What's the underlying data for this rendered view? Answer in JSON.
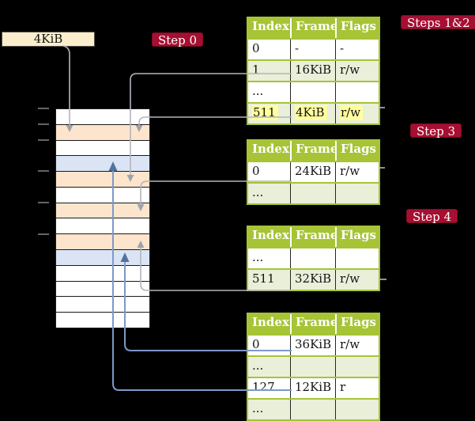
{
  "colors": {
    "background": "#000000",
    "badge_red": "#a50f32",
    "badge_text": "#ffffff",
    "table_green": "#a6c436",
    "table_shaded_row": "#e9efd9",
    "highlight_yellow": "#ffff9d",
    "frame_box_cream": "#faeecd",
    "memory_orange": "#fce5cc",
    "memory_blue": "#dae4f4",
    "arrow_gray": "#b4b4bd",
    "arrow_gray_head": "#9fa1ac",
    "arrow_blue": "#7d99c9",
    "arrow_blue_head": "#53739f"
  },
  "frame_box": {
    "label": "4KiB"
  },
  "badges": {
    "step0": "Step 0",
    "steps12": "Steps 1&2",
    "step3": "Step 3",
    "step4": "Step 4"
  },
  "memory": {
    "rows": [
      "white",
      "orange",
      "white",
      "blue",
      "orange",
      "white",
      "orange",
      "white",
      "orange",
      "blue",
      "white",
      "white",
      "white",
      "white"
    ]
  },
  "page_tables": [
    {
      "name": "page-table-steps-1-2",
      "headers": [
        "Index",
        "Frame",
        "Flags"
      ],
      "rows": [
        {
          "cells": [
            "0",
            "-",
            "-"
          ],
          "shaded": false,
          "highlight": false
        },
        {
          "cells": [
            "1",
            "16KiB",
            "r/w"
          ],
          "shaded": true,
          "highlight": false
        },
        {
          "cells": [
            "...",
            "",
            ""
          ],
          "shaded": false,
          "highlight": false
        },
        {
          "cells": [
            "511",
            "4KiB",
            "r/w"
          ],
          "shaded": true,
          "highlight": true
        }
      ]
    },
    {
      "name": "page-table-step-3",
      "headers": [
        "Index",
        "Frame",
        "Flags"
      ],
      "rows": [
        {
          "cells": [
            "0",
            "24KiB",
            "r/w"
          ],
          "shaded": false,
          "highlight": false
        },
        {
          "cells": [
            "...",
            "",
            ""
          ],
          "shaded": true,
          "highlight": false
        }
      ]
    },
    {
      "name": "page-table-step-4",
      "headers": [
        "Index",
        "Frame",
        "Flags"
      ],
      "rows": [
        {
          "cells": [
            "...",
            "",
            ""
          ],
          "shaded": false,
          "highlight": false
        },
        {
          "cells": [
            "511",
            "32KiB",
            "r/w"
          ],
          "shaded": true,
          "highlight": false
        }
      ]
    },
    {
      "name": "page-table-bottom",
      "headers": [
        "Index",
        "Frame",
        "Flags"
      ],
      "rows": [
        {
          "cells": [
            "0",
            "36KiB",
            "r/w"
          ],
          "shaded": false,
          "highlight": false
        },
        {
          "cells": [
            "...",
            "",
            ""
          ],
          "shaded": true,
          "highlight": false
        },
        {
          "cells": [
            "127",
            "12KiB",
            "r"
          ],
          "shaded": false,
          "highlight": false
        },
        {
          "cells": [
            "...",
            "",
            ""
          ],
          "shaded": true,
          "highlight": false
        }
      ]
    }
  ],
  "connections": [
    {
      "name": "arrow-4kib-box-to-memory-row-2",
      "color": "gray"
    },
    {
      "name": "arrow-pt1-index-1-to-memory-row-5",
      "color": "gray"
    },
    {
      "name": "arrow-pt1-index-511-to-memory-row-2",
      "color": "gray"
    },
    {
      "name": "arrow-pt2-index-0-to-memory-row-7",
      "color": "gray"
    },
    {
      "name": "arrow-pt3-index-511-to-memory-row-9",
      "color": "gray"
    },
    {
      "name": "arrow-pt4-index-0-to-memory-row-10",
      "color": "blue"
    },
    {
      "name": "arrow-pt4-index-127-to-memory-row-4",
      "color": "blue"
    }
  ]
}
